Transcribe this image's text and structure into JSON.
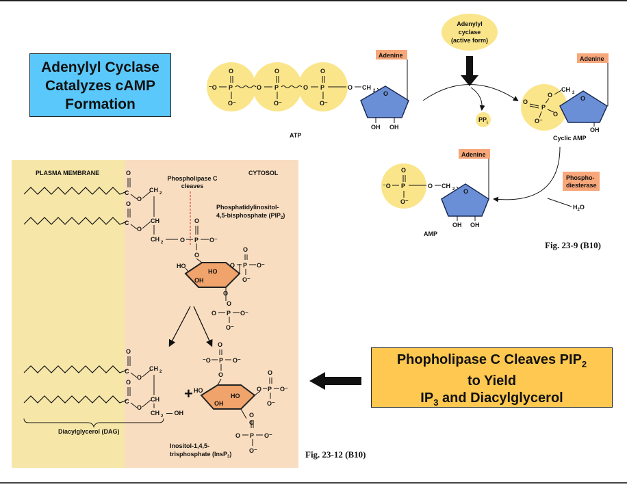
{
  "left_title": {
    "lines": [
      "Adenylyl Cyclase",
      "Catalyzes cAMP",
      "Formation"
    ],
    "color": "#5ac8fb"
  },
  "right_title": {
    "line1": "Phopholipase C Cleaves PIP",
    "line1_sub": "2",
    "line2": "to Yield",
    "line3_a": "IP",
    "line3_sub": "3",
    "line3_b": " and Diacylglycerol",
    "color": "#ffc850"
  },
  "camp_diagram": {
    "enzyme": [
      "Adenylyl",
      "cyclase",
      "(active form)"
    ],
    "adenine": "Adenine",
    "atp": "ATP",
    "ppi": "PP",
    "ppi_sub": "i",
    "cyclic_amp": "Cyclic AMP",
    "phosphodiesterase": [
      "Phospho-",
      "diesterase"
    ],
    "water": "H",
    "water_sub": "2",
    "water_end": "O",
    "amp": "AMP",
    "oh": "OH",
    "ch2": "CH",
    "ch2_sub": "2"
  },
  "plc_diagram": {
    "plasma_membrane": "PLASMA MEMBRANE",
    "cytosol": "CYTOSOL",
    "plc_cleaves": [
      "Phospholipase C",
      "cleaves"
    ],
    "pip2": [
      "Phosphatidylinositol-",
      "4,5-bisphosphate (PIP"
    ],
    "pip2_sub": "2",
    "dag": "Diacylglycerol (DAG)",
    "insp3": [
      "Inositol-1,4,5-",
      "trisphosphate (InsP"
    ],
    "insp3_sub": "3",
    "plus": "+",
    "ho": "HO",
    "oh": "OH",
    "ch": "CH",
    "ch2_oh": "CH",
    "oh_tail": "— OH"
  },
  "fig_refs": {
    "camp": "Fig. 23-9 (B10)",
    "plc": "Fig. 23-12 (B10)"
  },
  "colors": {
    "phosphate": "#fbe58a",
    "ribose": "#6b8fd6",
    "inositol": "#f0a36b",
    "adenine_label": "#f7a77a",
    "enzyme_bubble": "#fbe58a",
    "membrane": "#f6e7a9",
    "cytosol": "#f9ddc0"
  }
}
